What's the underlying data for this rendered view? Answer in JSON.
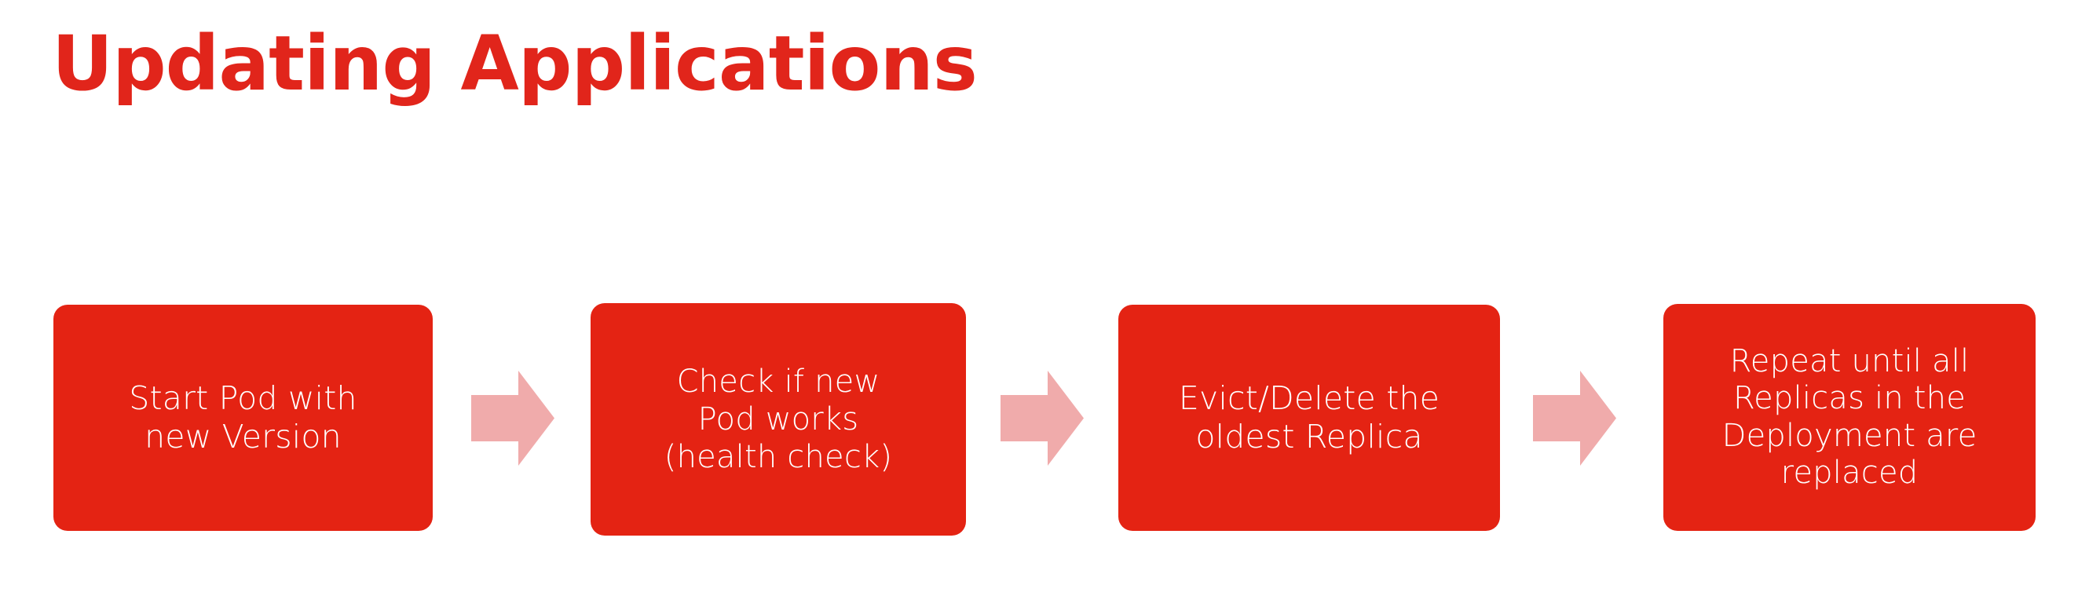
{
  "slide": {
    "title": "Updating Applications",
    "background_color": "#FFFFFF",
    "title_color": "#E1251B",
    "box_color": "#E42313",
    "box_text_color": "#FFFFFF",
    "arrow_color": "#F0ABAB"
  },
  "flow": {
    "steps": [
      {
        "id": "step-1",
        "label": "Start Pod with\nnew Version"
      },
      {
        "id": "step-2",
        "label": "Check if new\nPod works\n(health check)"
      },
      {
        "id": "step-3",
        "label": "Evict/Delete the\noldest Replica"
      },
      {
        "id": "step-4",
        "label": "Repeat until all\nReplicas in the\nDeployment are\nreplaced"
      }
    ],
    "connectors": [
      {
        "id": "connector-1",
        "icon": "arrow-right-icon"
      },
      {
        "id": "connector-2",
        "icon": "arrow-right-icon"
      },
      {
        "id": "connector-3",
        "icon": "arrow-right-icon"
      }
    ]
  }
}
